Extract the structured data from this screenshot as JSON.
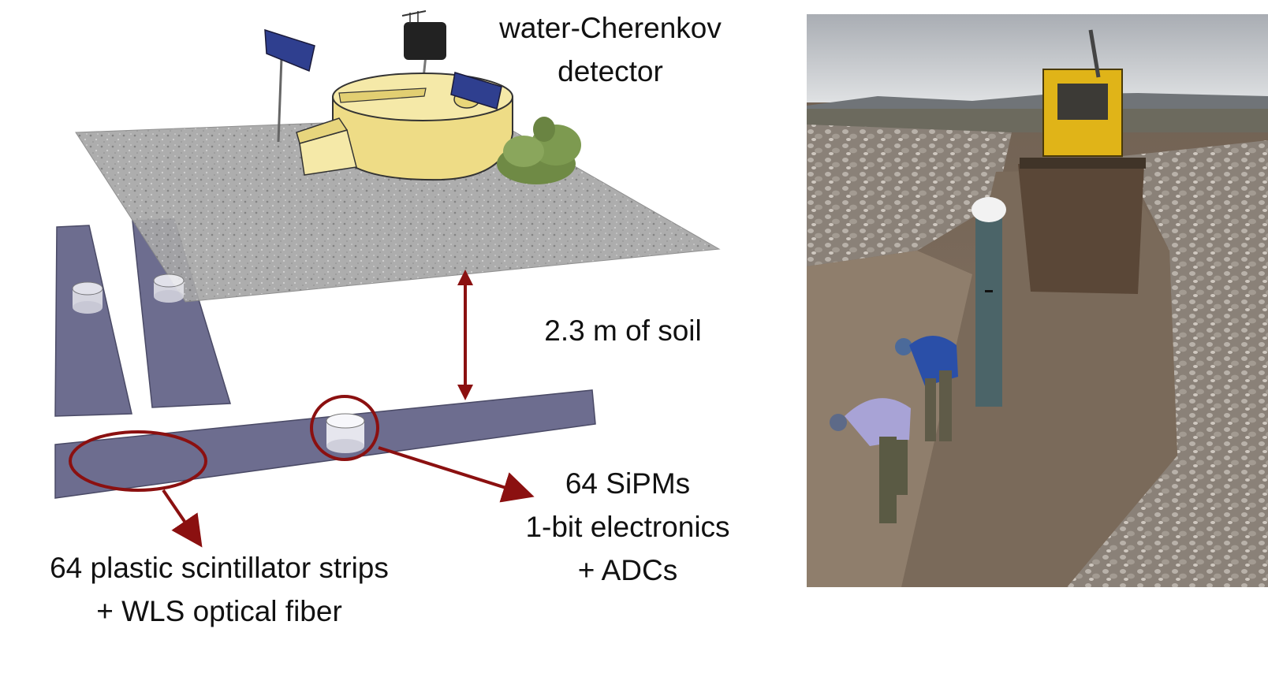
{
  "labels": {
    "detector": [
      "water-Cherenkov",
      "detector"
    ],
    "soil": "2.3 m of soil",
    "sipm": [
      "64 SiPMs",
      "1-bit electronics",
      "+ ADCs"
    ],
    "strips": [
      "64 plastic scintillator strips",
      "+ WLS optical fiber"
    ]
  },
  "colors": {
    "ground": "#aaaaaa",
    "tank": "#f3e49a",
    "strip": "#6d6d8f",
    "annotation": "#8b1010",
    "sky": "#c9ccd0",
    "soil": "#76675a"
  }
}
